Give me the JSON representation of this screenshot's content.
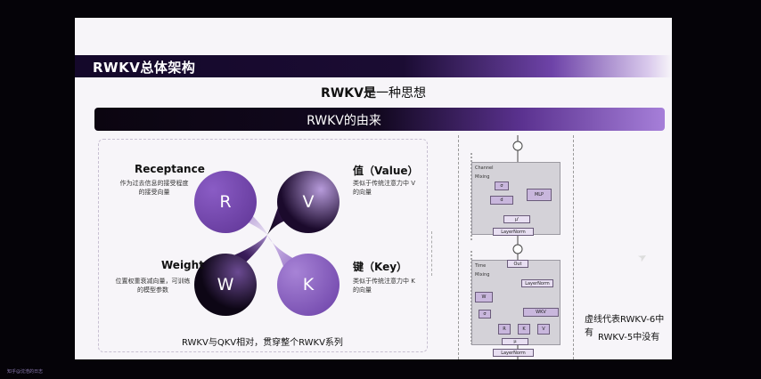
{
  "slide": {
    "title": "RWKV总体架构",
    "subtitle_bold": "RWKV是",
    "subtitle_rest": "一种思想",
    "origin_header": "RWKV的由来",
    "quadrants": {
      "r": {
        "letter": "R",
        "heading": "Receptance",
        "desc1": "作为过去信息的接受程度",
        "desc2": "的接受向量"
      },
      "v": {
        "letter": "V",
        "heading": "值（Value）",
        "desc1": "类似于传统注意力中 V",
        "desc2": "的向量"
      },
      "w": {
        "letter": "W",
        "heading": "Weight",
        "desc1": "位置权重衰减向量，可训练",
        "desc2": "的模型参数"
      },
      "k": {
        "letter": "K",
        "heading": "键（Key）",
        "desc1": "类似于传统注意力中 K",
        "desc2": "的向量"
      }
    },
    "footer": "RWKV与QKV相对，贯穿整个RWKV系列",
    "arch": {
      "channel_mixing": "Channel Mixing",
      "time_mixing": "Time Mixing",
      "mlp": "MLP",
      "layernorm": "LayerNorm",
      "out": "Out",
      "sigma": "σ",
      "mu": "μ'",
      "mu2": "μ",
      "wkv": "WKV",
      "r": "R",
      "k": "K",
      "v": "V",
      "w": "W",
      "d": "d"
    },
    "note_line1": "虚线代表RWKV-6中有",
    "note_line2": "RWKV-5中没有"
  },
  "corner_text": "知乎@沈浩的日志",
  "colors": {
    "purple": "#7a4fb5",
    "dark": "#0d0615"
  }
}
